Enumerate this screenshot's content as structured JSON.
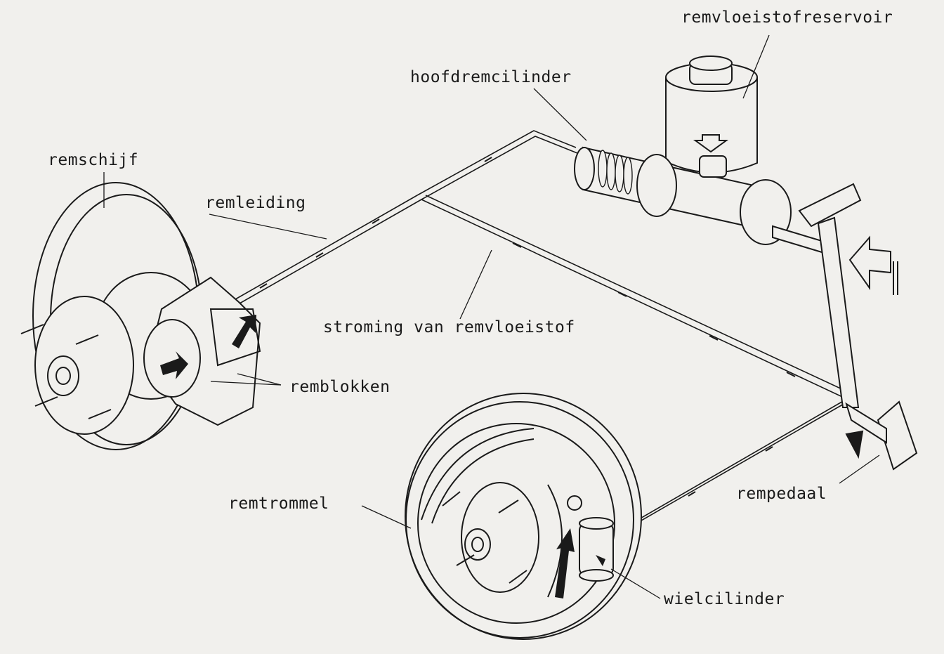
{
  "labels": {
    "reservoir": "remvloeistofreservoir",
    "master_cylinder": "hoofdremcilinder",
    "disc": "remschijf",
    "brake_line": "remleiding",
    "fluid_flow": "stroming van remvloeistof",
    "brake_pads": "remblokken",
    "pedal": "rempedaal",
    "drum": "remtrommel",
    "wheel_cylinder": "wielcilinder"
  },
  "colors": {
    "ink": "#1a1a1a",
    "paper": "#f1f0ed"
  }
}
